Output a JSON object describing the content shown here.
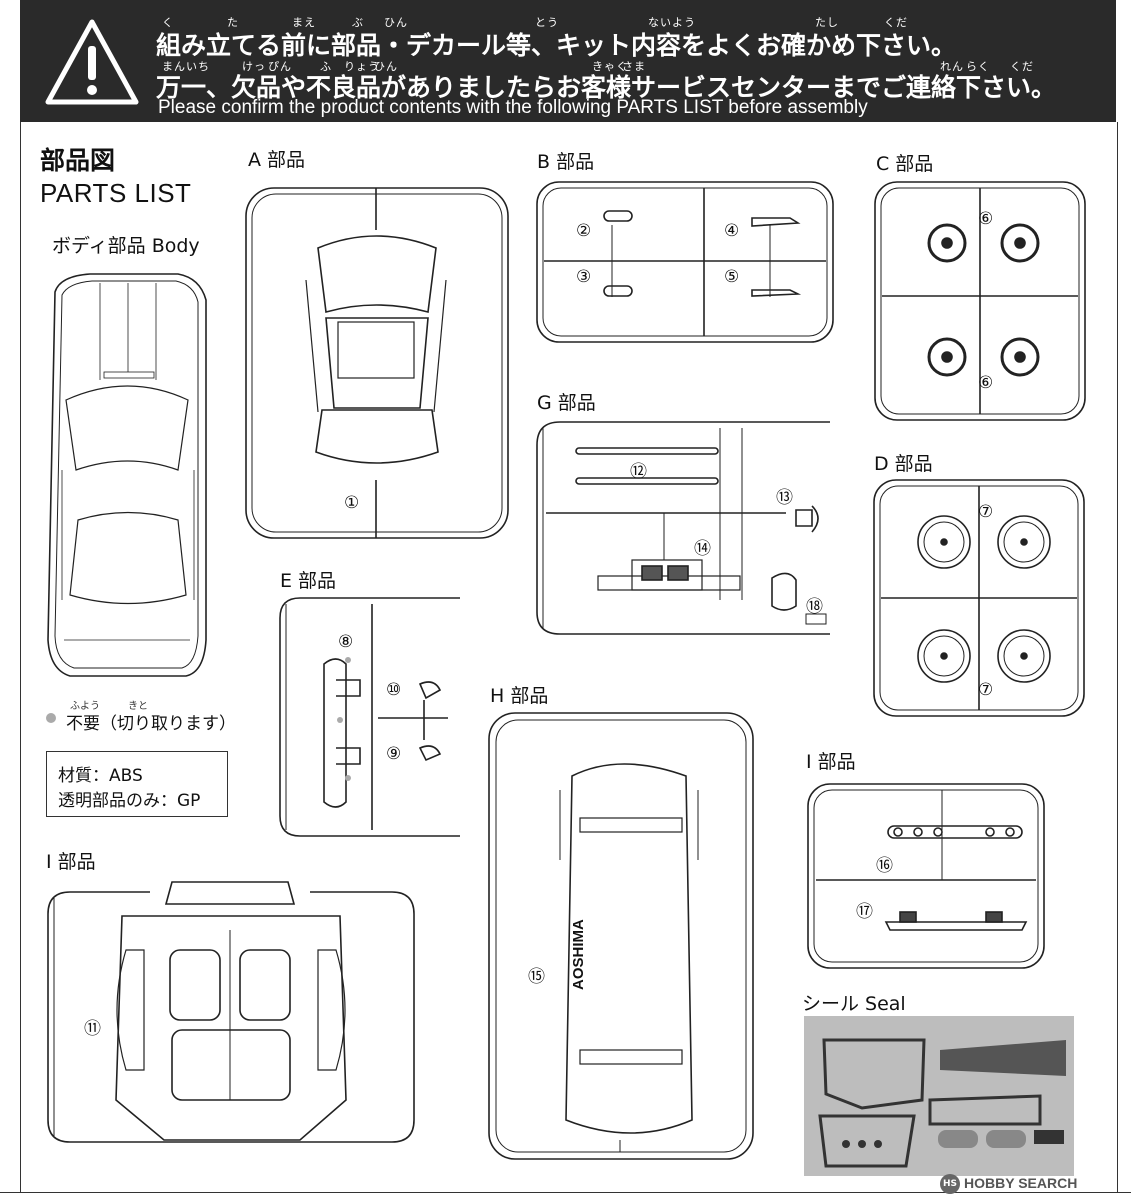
{
  "banner": {
    "line1_ruby": [
      "く",
      "た",
      "まえ",
      "ぶ",
      "ひん",
      "とう",
      "ない",
      "よう",
      "たし",
      "くだ"
    ],
    "line1": "組み立てる前に部品・デカール等、キット内容をよくお確かめ下さい。",
    "line2_ruby": [
      "まん",
      "いち",
      "けっ",
      "ぴん",
      "ふ",
      "りょう",
      "ひん",
      "きゃく",
      "さま",
      "れん",
      "らく",
      "くだ"
    ],
    "line2": "万一、欠品や不良品がありましたらお客様サービスセンターまでご連絡下さい。",
    "line3": "Please confirm the product contents with the following PARTS LIST before assembly"
  },
  "header": {
    "title_jp": "部品図",
    "title_en": "PARTS LIST"
  },
  "body_section": {
    "label": "ボディ部品 Body"
  },
  "legend": {
    "ruby": [
      "ふよう",
      "きと"
    ],
    "unneeded": "不要（切り取ります）"
  },
  "material": {
    "line1": "材質：ABS",
    "line2": "透明部品のみ：GP"
  },
  "sections": {
    "A": "A 部品",
    "B": "B 部品",
    "C": "C 部品",
    "D": "D 部品",
    "E": "E 部品",
    "G": "G 部品",
    "H": "H 部品",
    "I_right": "I 部品",
    "I_left": "I 部品"
  },
  "seal": {
    "label": "シール Seal",
    "print_text": "AOSHIMA"
  },
  "parts": [
    "①",
    "②",
    "③",
    "④",
    "⑤",
    "⑥",
    "⑥",
    "⑦",
    "⑦",
    "⑧",
    "⑨",
    "⑩",
    "⑪",
    "⑫",
    "⑬",
    "⑭",
    "⑮",
    "⑯",
    "⑰",
    "⑱"
  ],
  "watermark": {
    "badge": "HS",
    "text": "HOBBY SEARCH"
  }
}
